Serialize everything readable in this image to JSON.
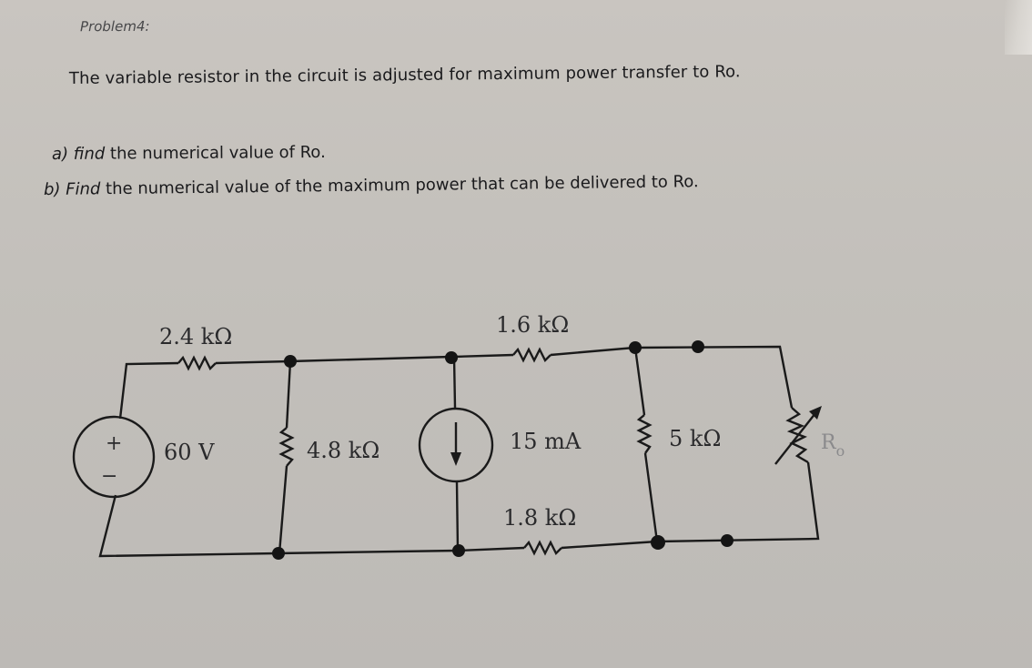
{
  "problem": {
    "label": "Problem4:",
    "intro": "The variable resistor in the circuit is adjusted for maximum power transfer to Ro.",
    "questions": [
      {
        "lead": "a) find",
        "rest": " the numerical value of Ro."
      },
      {
        "lead": "b) Find",
        "rest": " the numerical value of the maximum power that can be delivered to Ro."
      }
    ]
  },
  "circuit": {
    "voltage_source": {
      "label": "60 V",
      "plus": "+",
      "minus": "−"
    },
    "r1": {
      "label": "2.4 kΩ"
    },
    "r2": {
      "label": "4.8 kΩ"
    },
    "current_source": {
      "label": "15 mA",
      "direction": "down"
    },
    "r3": {
      "label": "1.6 kΩ"
    },
    "r4": {
      "label": "1.8 kΩ"
    },
    "r5": {
      "label": "5 kΩ"
    },
    "ro": {
      "label": "R",
      "subscript": "o",
      "type": "variable-resistor"
    }
  },
  "colors": {
    "paper": "#c6c3be",
    "ink": "#1a1a1a",
    "faded_label": "#8a8a8c"
  }
}
